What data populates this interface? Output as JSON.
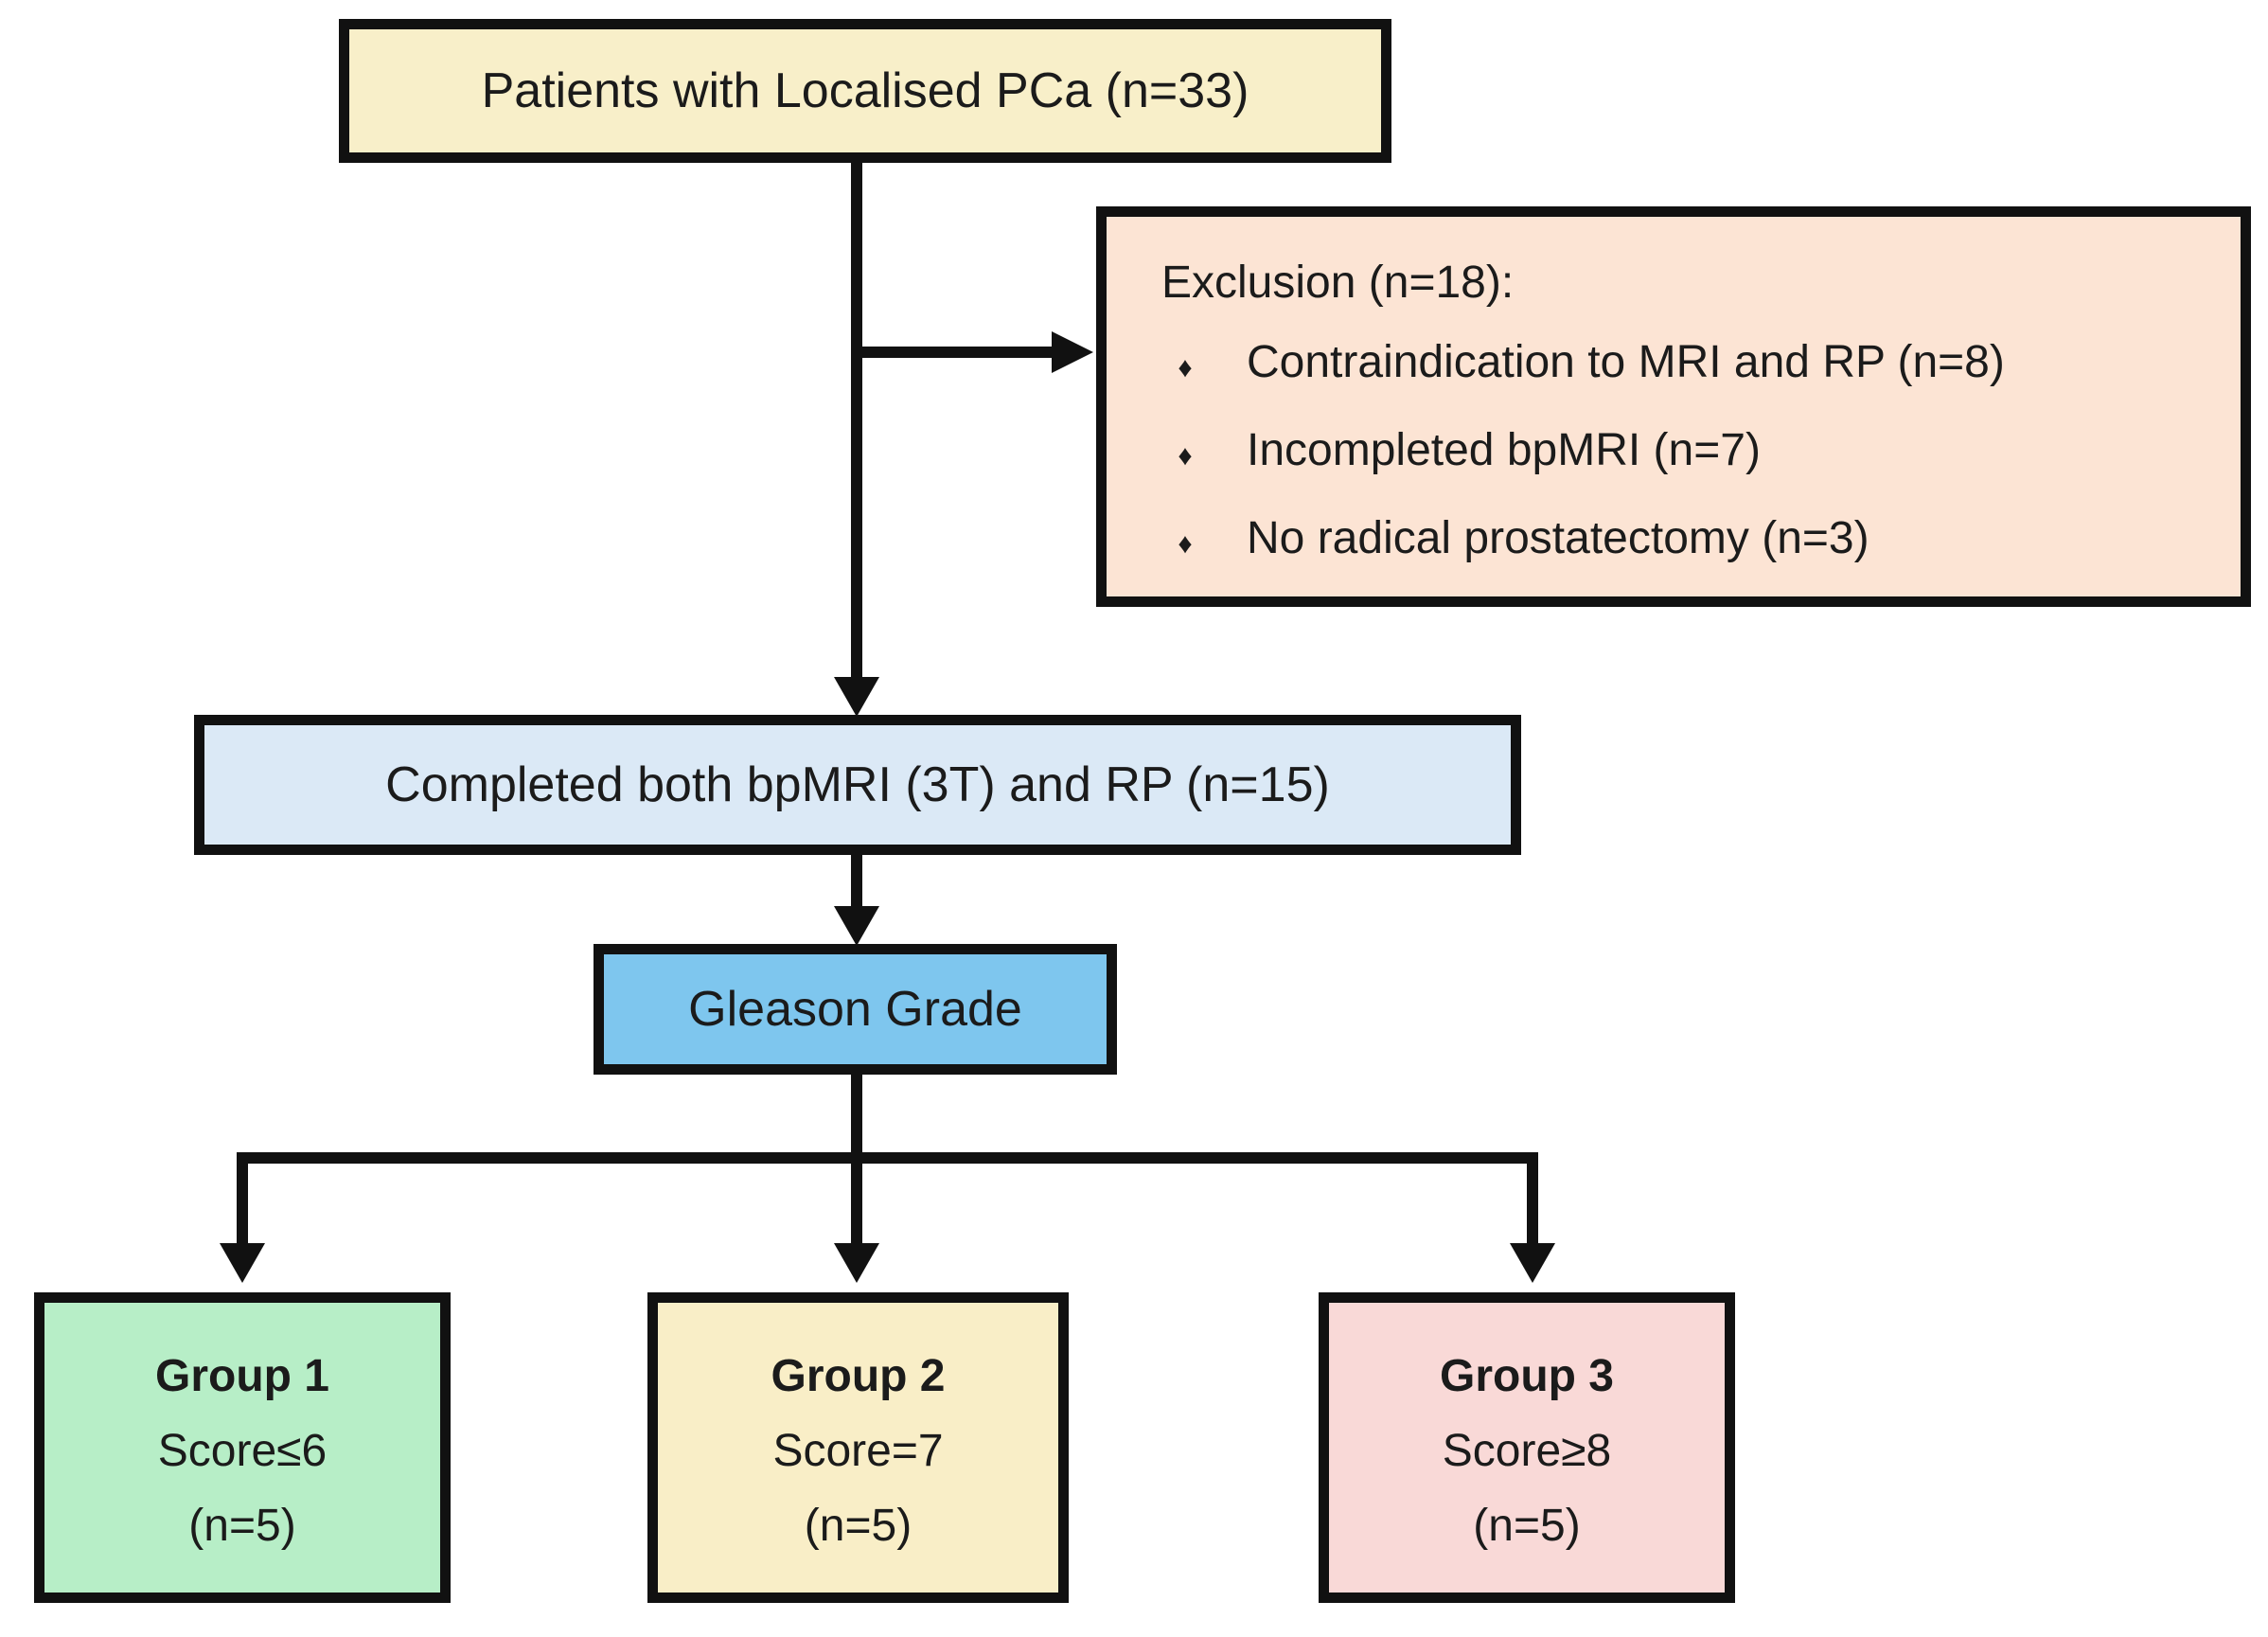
{
  "diagram": {
    "background": "#ffffff",
    "line_color": "#111111",
    "text_color": "#1b1b1b"
  },
  "nodes": {
    "patients": {
      "label": "Patients with Localised PCa (n=33)",
      "bg": "#f8efc9"
    },
    "exclusion": {
      "title": "Exclusion (n=18):",
      "bullet_icon": "♦",
      "items": [
        "Contraindication to MRI and RP (n=8)",
        "Incompleted bpMRI (n=7)",
        "No radical prostatectomy (n=3)"
      ],
      "bg": "#fce4d4"
    },
    "completed": {
      "label": "Completed both bpMRI (3T) and RP (n=15)",
      "bg": "#dbe9f6"
    },
    "gleason": {
      "label": "Gleason Grade",
      "bg": "#7ec6ee"
    },
    "groups": [
      {
        "title": "Group 1",
        "score": "Score≤6",
        "count": "(n=5)",
        "bg": "#b7eec7"
      },
      {
        "title": "Group 2",
        "score": "Score=7",
        "count": "(n=5)",
        "bg": "#f9eec7"
      },
      {
        "title": "Group 3",
        "score": "Score≥8",
        "count": "(n=5)",
        "bg": "#f9d9d7"
      }
    ]
  }
}
